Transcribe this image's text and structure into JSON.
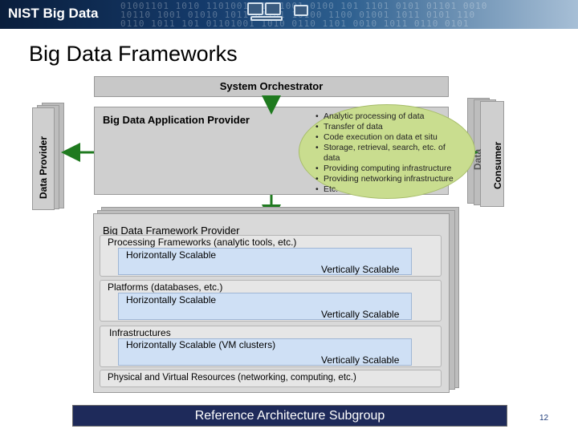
{
  "header": {
    "banner_title": "NIST Big Data",
    "digits": "01001101 1010 11010010 1101001 0100 101 1101 0101 01101 0010\n10110 1001 01010 1011 01101 10100 1100 01001 1011 0101 110\n0110 1011 101 01101001 1010 0110 1101 0010 1011 0110 0101"
  },
  "title": "Big Data Frameworks",
  "orchestrator": {
    "label": "System Orchestrator"
  },
  "data_provider": {
    "label": "Data Provider"
  },
  "data_consumer": {
    "label_main": "Consumer",
    "label_partial": "Data"
  },
  "application_provider": {
    "label": "Big Data Application Provider"
  },
  "callout": {
    "items": [
      "Analytic processing of data",
      "Transfer of data",
      "Code execution on data et situ",
      "Storage, retrieval, search, etc. of data",
      "Providing computing infrastructure",
      "Providing networking infrastructure",
      "Etc."
    ]
  },
  "framework_provider": {
    "label": "Big Data Framework Provider",
    "processing": {
      "title": "Processing Frameworks (analytic tools, etc.)",
      "horizontal": "Horizontally Scalable",
      "vertical": "Vertically Scalable"
    },
    "platforms": {
      "title": "Platforms (databases, etc.)",
      "horizontal": "Horizontally Scalable",
      "vertical": "Vertically Scalable"
    },
    "infrastructures": {
      "title": "Infrastructures",
      "horizontal": "Horizontally Scalable (VM clusters)",
      "vertical": "Vertically Scalable"
    },
    "physical": {
      "label": "Physical and Virtual Resources (networking, computing, etc.)"
    }
  },
  "footer": {
    "label": "Reference Architecture Subgroup",
    "page_number": "12"
  },
  "colors": {
    "arrow_green": "#1f7a1f",
    "callout_green": "#c9dd8f",
    "blue_fill": "#cfe0f5",
    "footer_navy": "#1e2a5a"
  }
}
